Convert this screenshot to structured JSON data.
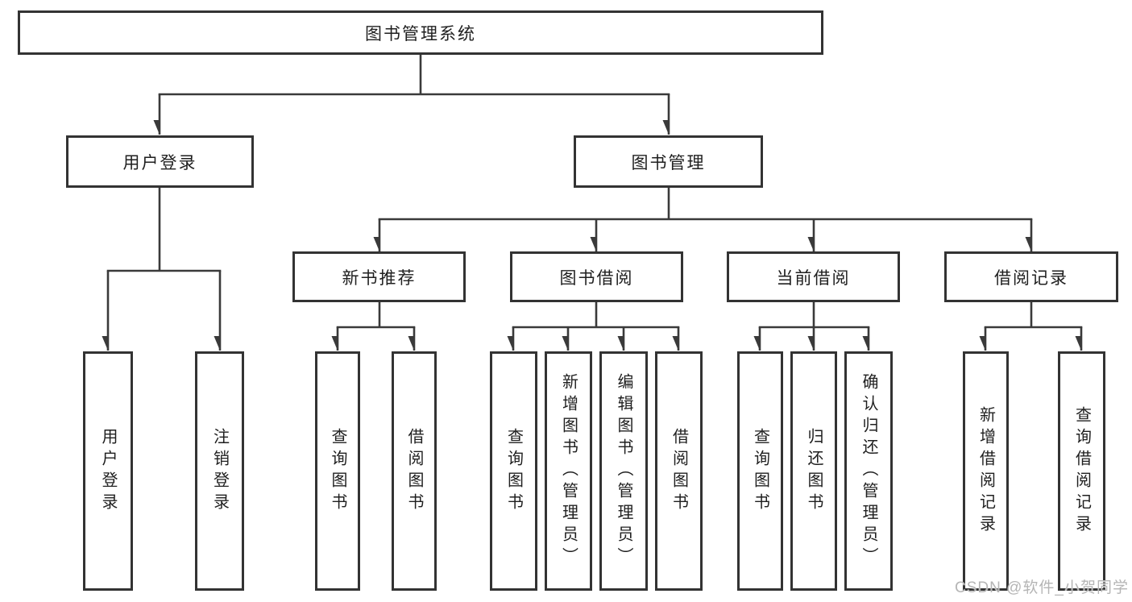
{
  "nodes": {
    "root": "图书管理系统",
    "user_login": "用户登录",
    "book_management": "图书管理",
    "new_book_recommend": "新书推荐",
    "book_borrow": "图书借阅",
    "current_borrow": "当前借阅",
    "borrow_records": "借阅记录",
    "leaf_login": "用户登录",
    "leaf_logout": "注销登录",
    "rec_query_books": "查询图书",
    "rec_borrow_books": "借阅图书",
    "bb_query_books": "查询图书",
    "bb_add_books": "新增图书（管理员）",
    "bb_edit_books": "编辑图书（管理员）",
    "bb_borrow_books": "借阅图书",
    "cb_query_books": "查询图书",
    "cb_return_books": "归还图书",
    "cb_confirm_return": "确认归还（管理员）",
    "br_add_record": "新增借阅记录",
    "br_query_record": "查询借阅记录"
  },
  "watermark": "CSDN @软件_小贺同学",
  "colors": {
    "line": "#3a3a3a",
    "box_border": "#333333",
    "box_fill": "#ffffff",
    "text": "#1f1f1f",
    "watermark": "#b5b5b5"
  }
}
